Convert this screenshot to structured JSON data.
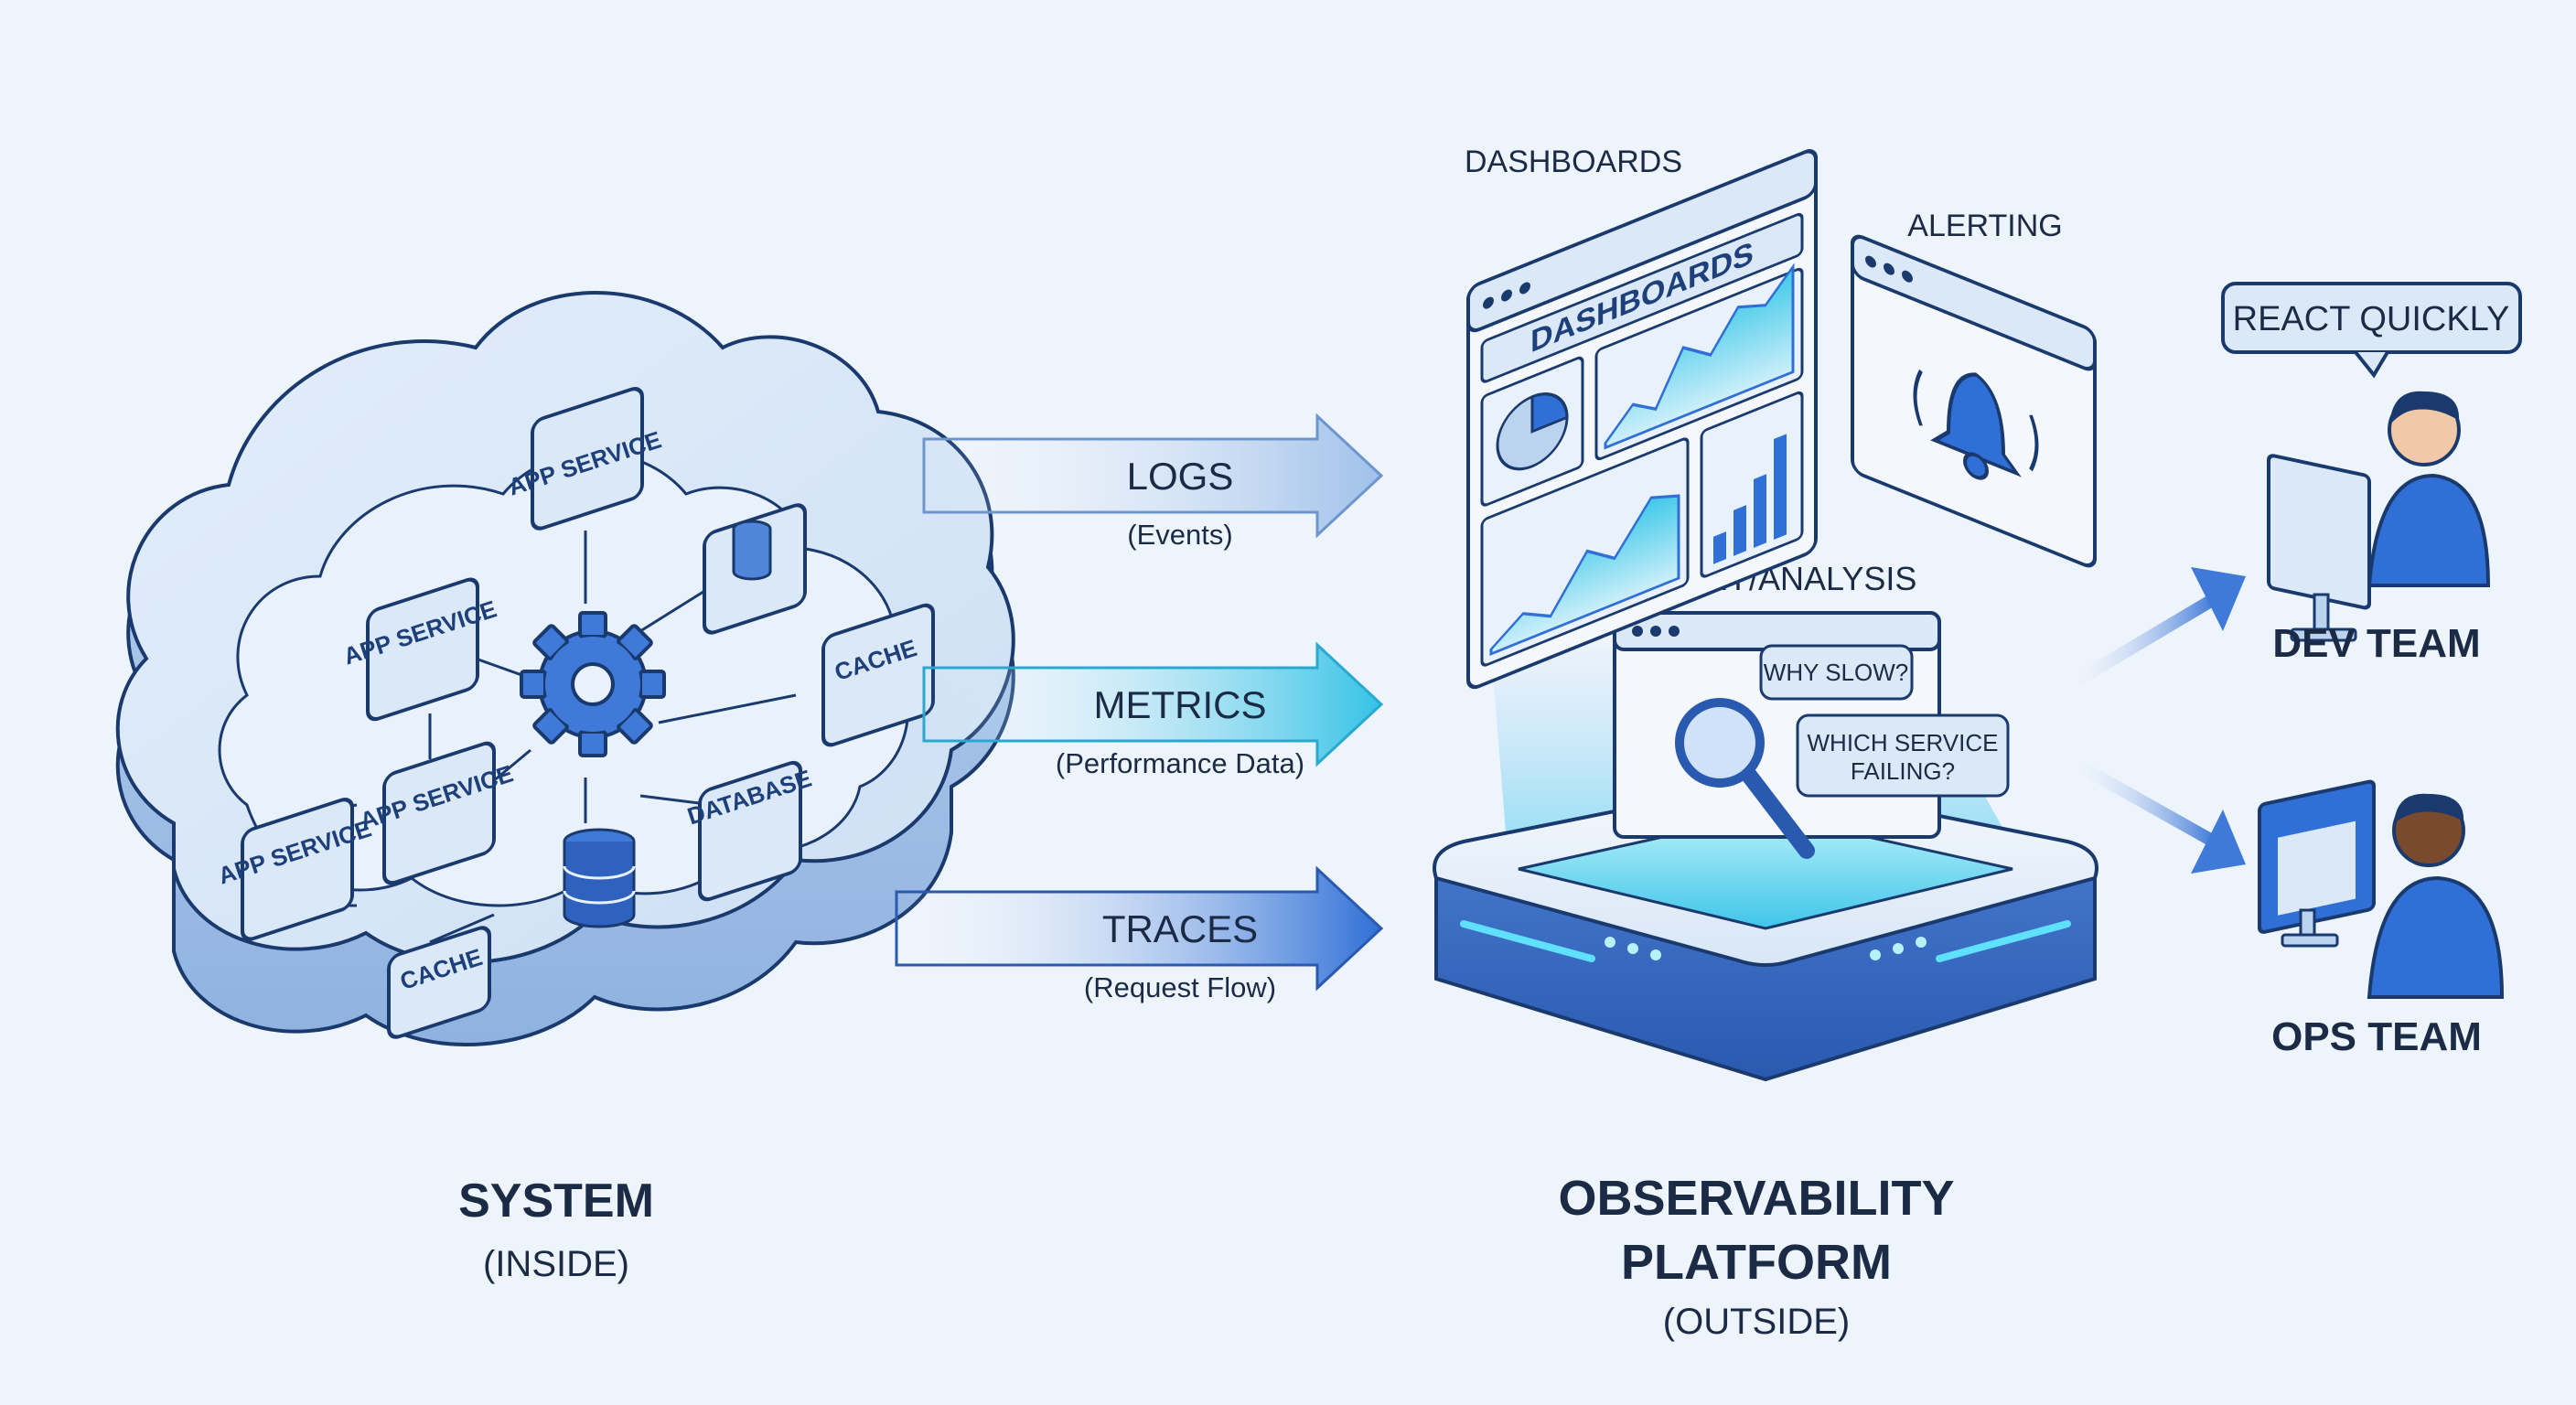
{
  "system": {
    "title": "SYSTEM",
    "subtitle": "(INSIDE)",
    "modules": {
      "app_service_top": "APP SERVICE",
      "app_service_left": "APP SERVICE",
      "app_service_mid": "APP SERVICE",
      "app_service_low": "APP SERVICE",
      "cache_right": "CACHE",
      "cache_bottom": "CACHE",
      "database": "DATABASE"
    }
  },
  "signals": [
    {
      "label": "LOGS",
      "detail": "(Events)"
    },
    {
      "label": "METRICS",
      "detail": "(Performance Data)"
    },
    {
      "label": "TRACES",
      "detail": "(Request Flow)"
    }
  ],
  "platform": {
    "title_line1": "OBSERVABILITY",
    "title_line2": "PLATFORM",
    "subtitle": "(OUTSIDE)",
    "dashboards_label": "DASHBOARDS",
    "dashboards_panel_title": "DASHBOARDS",
    "alerting_label": "ALERTING",
    "query_label": "QUERY/ANALYSIS",
    "question_1": "WHY SLOW?",
    "question_2_line1": "WHICH SERVICE",
    "question_2_line2": "FAILING?"
  },
  "teams": {
    "callout": "REACT QUICKLY",
    "dev": "DEV TEAM",
    "ops": "OPS TEAM"
  },
  "colors": {
    "background": "#eef4fb",
    "navy_stroke": "#1a3a6e",
    "accent_blue": "#2f6fd6",
    "accent_cyan": "#3ec8e8",
    "panel_fill": "#dbe8f7"
  }
}
